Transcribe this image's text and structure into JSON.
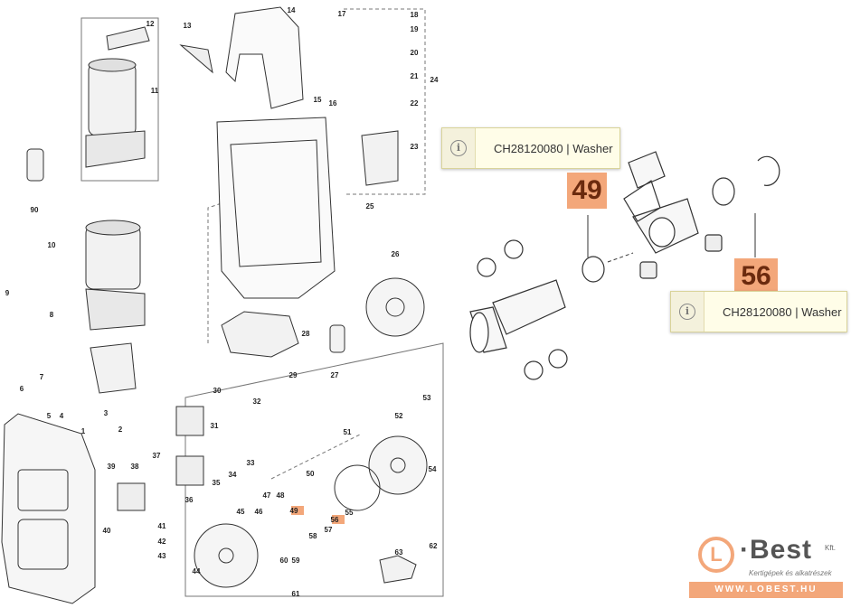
{
  "diagram": {
    "part_labels": [
      "1",
      "2",
      "3",
      "4",
      "5",
      "6",
      "7",
      "8",
      "9",
      "10",
      "11",
      "12",
      "13",
      "14",
      "15",
      "16",
      "17",
      "18",
      "19",
      "20",
      "21",
      "22",
      "23",
      "24",
      "25",
      "26",
      "27",
      "28",
      "29",
      "30",
      "31",
      "32",
      "33",
      "34",
      "35",
      "36",
      "37",
      "38",
      "39",
      "40",
      "41",
      "42",
      "43",
      "44",
      "45",
      "46",
      "47",
      "48",
      "49",
      "50",
      "51",
      "52",
      "53",
      "54",
      "55",
      "56",
      "57",
      "58",
      "59",
      "60",
      "61",
      "62",
      "63",
      "90"
    ],
    "highlighted_labels": [
      "49",
      "56"
    ]
  },
  "callouts": [
    {
      "number": "49",
      "tooltip": "CH28120080 | Washer"
    },
    {
      "number": "56",
      "tooltip": "CH28120080 | Washer"
    }
  ],
  "logo": {
    "badge": "L",
    "brand": "·Best",
    "suffix": "Kft.",
    "tagline": "Kertigépek és alkatrészek",
    "url": "WWW.LOBEST.HU"
  },
  "colors": {
    "highlight": "#f3a77a",
    "tooltip_bg": "#fffde8"
  }
}
